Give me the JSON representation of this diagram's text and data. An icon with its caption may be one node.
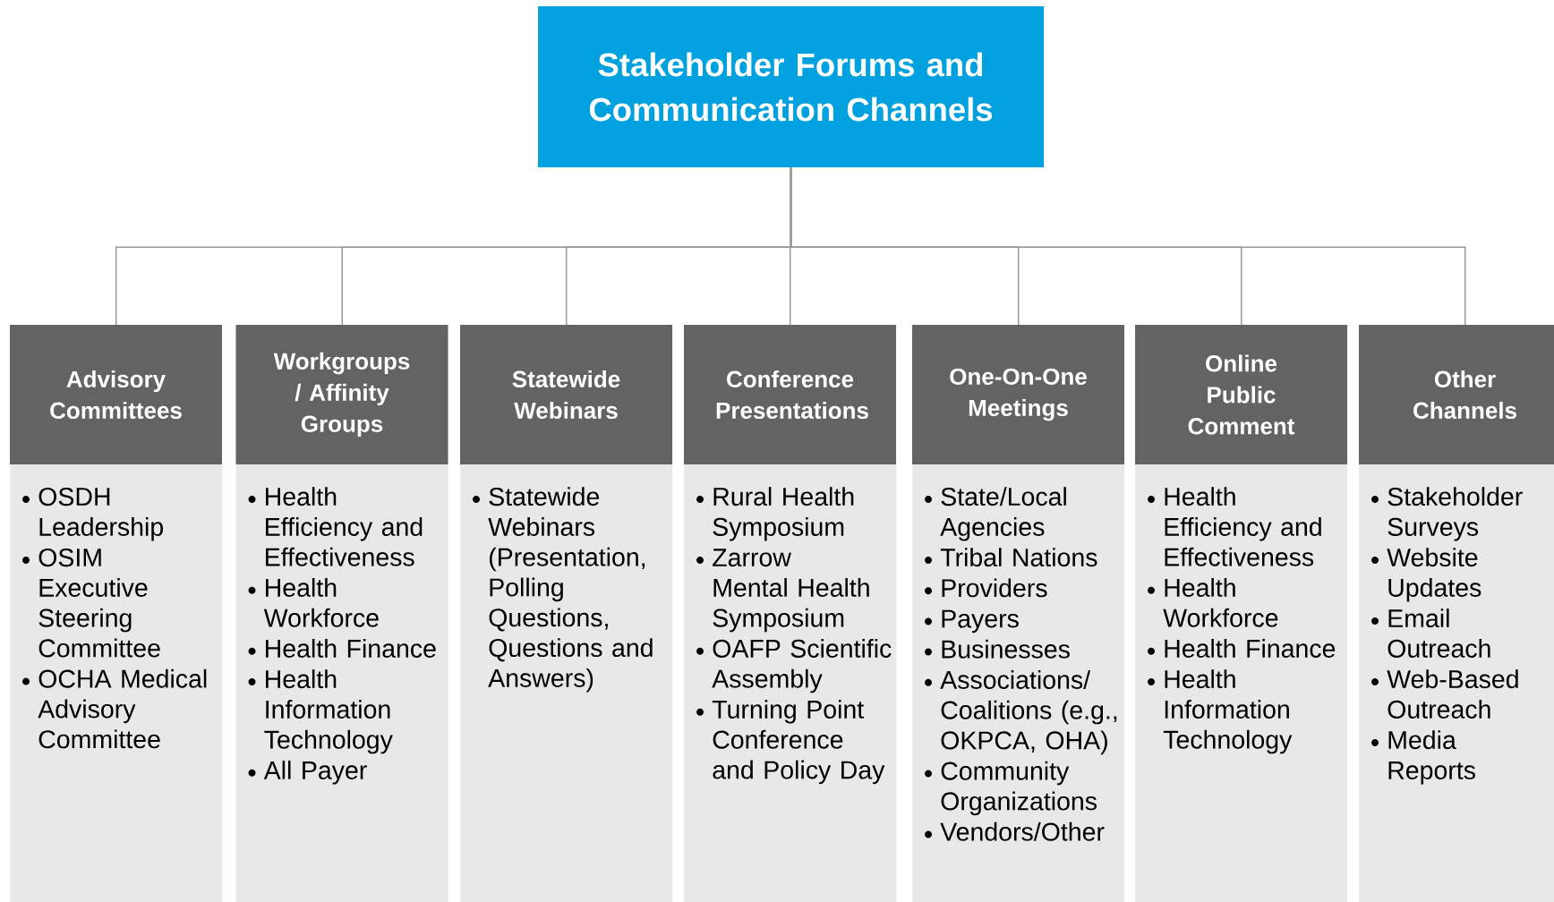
{
  "diagram": {
    "nodes": [
      {
        "text": [
          "Stakeholder Forums and Communication Channels"
        ]
      },
      {
        "text": [
          "Advisory Committees",
          "OSDH Leadership",
          "OSIM Executive Steering Committee",
          "OCHA Medical Advisory Committee"
        ]
      },
      {
        "text": [
          "Workgroups / Affinity Groups",
          "Health Efficiency and Effectiveness",
          "Health Workforce",
          "Health Finance",
          "Health Information Technology",
          "All Payer"
        ]
      },
      {
        "text": [
          "Statewide Webinars",
          "Statewide Webinars (Presentation, Polling Questions, Questions and Answers)"
        ]
      },
      {
        "text": [
          "Conference Presentations",
          "Rural Health Symposium",
          "Zarrow Mental Health Symposium",
          "OAFP Scientific Assembly",
          "Turning Point Conference and Policy Day"
        ]
      },
      {
        "text": [
          "One-On-One Meetings",
          "State/Local Agencies",
          "Tribal Nations",
          "Providers",
          "Payers",
          "Businesses",
          "Associations/ Coalitions (e.g., OKPCA, OHA)",
          "Community Organizations",
          "Vendors/Other"
        ]
      },
      {
        "text": [
          "Online Public Comment",
          "Health Efficiency and Effectiveness",
          "Health Workforce",
          "Health Finance",
          "Health Information Technology"
        ]
      },
      {
        "text": [
          "Other Channels",
          "Stakeholder Surveys",
          "Website Updates",
          "Email Outreach",
          "Web-Based Outreach",
          "Media Reports"
        ]
      }
    ],
    "edges": [
      {
        "from": 0,
        "to": 1,
        "arrow": "none"
      },
      {
        "from": 0,
        "to": 2,
        "arrow": "none"
      },
      {
        "from": 0,
        "to": 3,
        "arrow": "none"
      },
      {
        "from": 0,
        "to": 4,
        "arrow": "none"
      },
      {
        "from": 0,
        "to": 5,
        "arrow": "none"
      },
      {
        "from": 0,
        "to": 6,
        "arrow": "none"
      },
      {
        "from": 0,
        "to": 7,
        "arrow": "none"
      }
    ]
  }
}
